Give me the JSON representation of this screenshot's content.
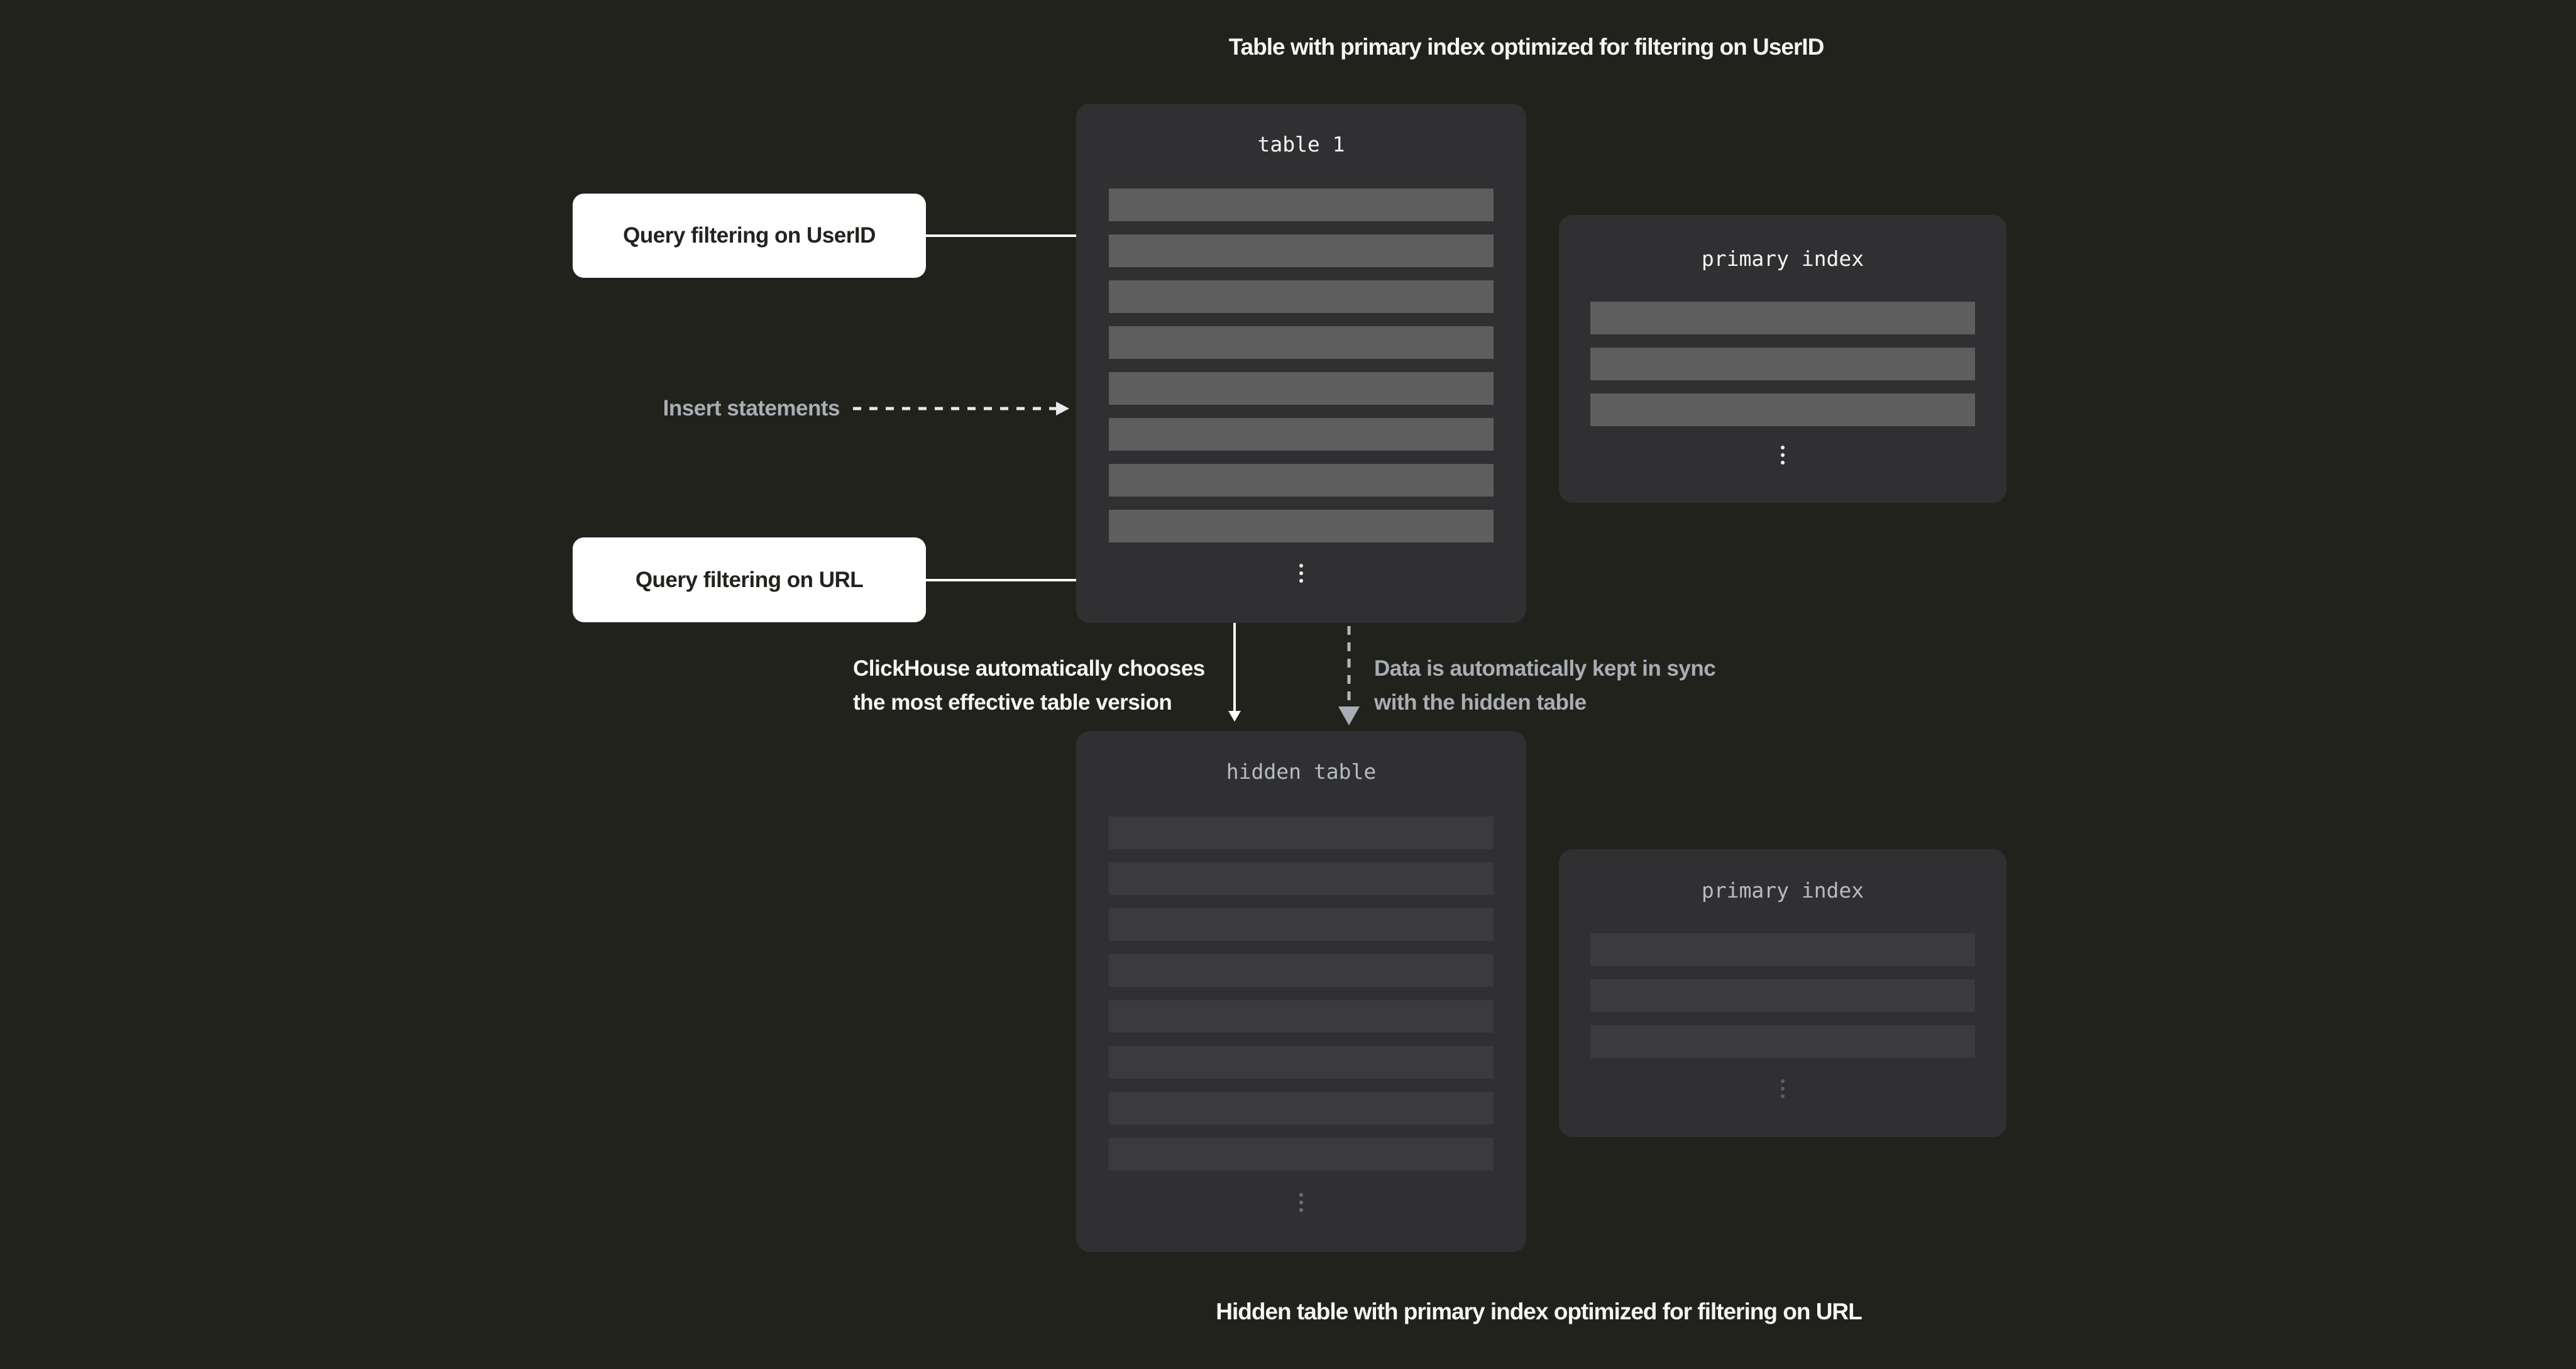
{
  "diagram": {
    "top_caption": "Table with primary index optimized for filtering on UserID",
    "bottom_caption": "Hidden table with primary index optimized for filtering on URL",
    "table1": {
      "title": "table 1",
      "row_count": 8
    },
    "hidden_table": {
      "title": "hidden table",
      "row_count": 8
    },
    "primary_index_top": {
      "title": "primary index",
      "row_count": 3
    },
    "primary_index_bottom": {
      "title": "primary index",
      "row_count": 3
    },
    "labels": {
      "query_userid": "Query filtering on UserID",
      "query_url": "Query filtering on URL",
      "insert_statements": "Insert statements",
      "clickhouse_note_line1": "ClickHouse automatically chooses",
      "clickhouse_note_line2": "the most effective table version",
      "sync_note_line1": "Data is automatically kept in sync",
      "sync_note_line2": "with the hidden table"
    }
  },
  "colors": {
    "bg": "#21221b",
    "panel": "#303032",
    "row_light": "#5e5e5f",
    "row_dim": "#3b3b3d",
    "white": "#ffffff",
    "label_dark": "#22231e",
    "text_bright": "#f5f5f5",
    "text_gray": "#a9aeb4",
    "text_mono_dim": "#b7bcc0",
    "dot_bright": "#f2f2f2",
    "dot_dim": "#6e7073",
    "dot_dimmer": "#5d5f62",
    "arrow_white": "#ffffff",
    "dash_insert": "#e8e9ea",
    "dash_sync": "#b3b8be",
    "tri_sync": "#a9aeb4"
  }
}
